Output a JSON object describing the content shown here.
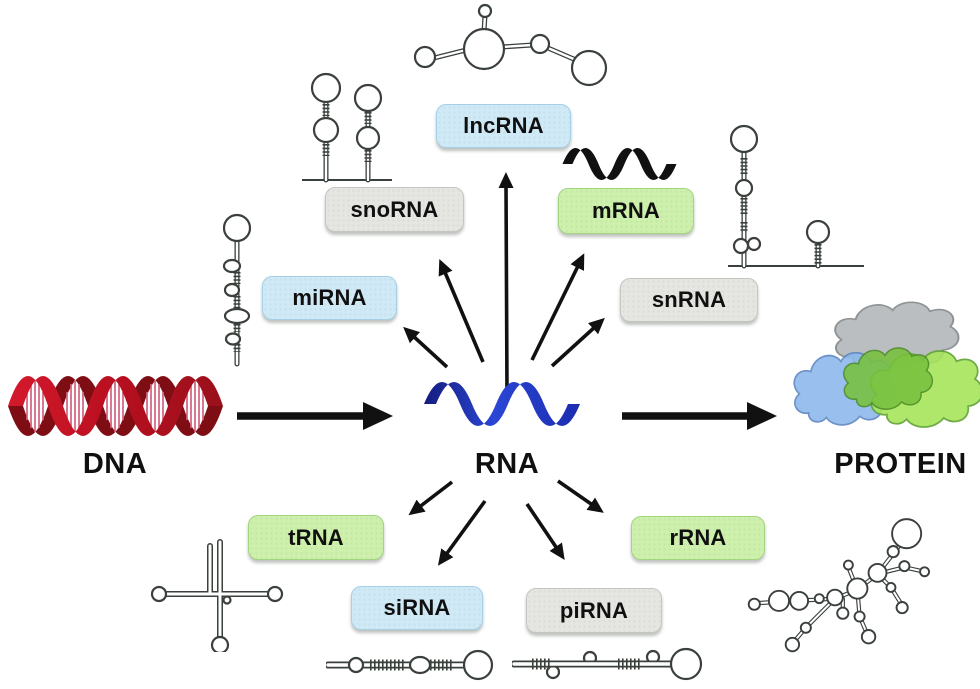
{
  "nodes": {
    "dna": {
      "label": "DNA"
    },
    "rna": {
      "label": "RNA"
    },
    "protein": {
      "label": "PROTEIN"
    }
  },
  "rna_types": [
    {
      "id": "lncRNA",
      "label": "lncRNA",
      "box_color": "blue"
    },
    {
      "id": "snoRNA",
      "label": "snoRNA",
      "box_color": "gray"
    },
    {
      "id": "miRNA",
      "label": "miRNA",
      "box_color": "blue"
    },
    {
      "id": "mRNA",
      "label": "mRNA",
      "box_color": "green"
    },
    {
      "id": "snRNA",
      "label": "snRNA",
      "box_color": "gray"
    },
    {
      "id": "tRNA",
      "label": "tRNA",
      "box_color": "green"
    },
    {
      "id": "siRNA",
      "label": "siRNA",
      "box_color": "blue"
    },
    {
      "id": "piRNA",
      "label": "piRNA",
      "box_color": "gray"
    },
    {
      "id": "rRNA",
      "label": "rRNA",
      "box_color": "green"
    }
  ],
  "edges": [
    {
      "from": "DNA",
      "to": "RNA",
      "style": "thick"
    },
    {
      "from": "RNA",
      "to": "PROTEIN",
      "style": "thick"
    },
    {
      "from": "RNA",
      "to": "miRNA",
      "style": "thin"
    },
    {
      "from": "RNA",
      "to": "snoRNA",
      "style": "thin"
    },
    {
      "from": "RNA",
      "to": "lncRNA",
      "style": "thin"
    },
    {
      "from": "RNA",
      "to": "mRNA",
      "style": "thin"
    },
    {
      "from": "RNA",
      "to": "snRNA",
      "style": "thin"
    },
    {
      "from": "RNA",
      "to": "tRNA",
      "style": "thin"
    },
    {
      "from": "RNA",
      "to": "siRNA",
      "style": "thin"
    },
    {
      "from": "RNA",
      "to": "piRNA",
      "style": "thin"
    },
    {
      "from": "RNA",
      "to": "rRNA",
      "style": "thin"
    }
  ],
  "icons": {
    "dna": "red-double-helix",
    "rna": "blue-wave-ribbon",
    "mrna": "black-wave-ribbon",
    "protein": "cloud-blob-cluster",
    "mirna": "vertical-stem-loop-hairpin",
    "snorna": "double-hairpin-on-baseline",
    "lncrna": "linked-loop-circles",
    "snrna": "tall-hairpin-and-short-hairpin-on-baseline",
    "trna": "cloverleaf-cross",
    "sirna": "horizontal-hairpin-with-end-loop",
    "pirna": "horizontal-hairpin-with-end-loop",
    "rrna": "branched-multiloop-structure"
  },
  "colors": {
    "box_blue": "#cfe9f6",
    "box_green": "#cdf0ac",
    "box_gray": "#e5e6e2",
    "arrow_black": "#111111",
    "dna_red": "#c41428",
    "dna_dark_red": "#7e0e14",
    "dna_rung_pink": "#d4607e",
    "rna_blue": "#2338c8",
    "rna_dark_blue": "#141c7e",
    "mrna_black": "#111111",
    "protein_gray": "#b5babc",
    "protein_blue": "#8db9ed",
    "protein_green": "#a7e55c",
    "protein_dark_green": "#77c13e",
    "structure_stroke": "#3a403b"
  }
}
